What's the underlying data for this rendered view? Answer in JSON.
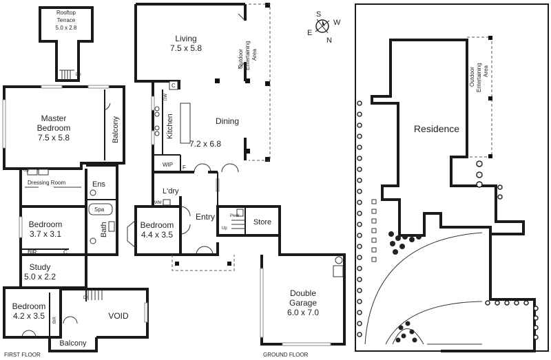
{
  "labels": {
    "rooftop_name": "Rooftop",
    "rooftop_name2": "Terrace",
    "rooftop_dim": "5.0 x 2.8",
    "master_name": "Master",
    "master_name2": "Bedroom",
    "master_dim": "7.5 x 5.8",
    "balcony_upper": "Balcony",
    "dressing_room": "Dressing Room",
    "ens": "Ens",
    "spa": "Spa",
    "bath": "Bath",
    "bedroom_first_name": "Bedroom",
    "bedroom_first_dim": "3.7 x 3.1",
    "bir": "BIR",
    "c": "C",
    "study_name": "Study",
    "study_dim": "5.0 x 2.2",
    "bedroom_lower_name": "Bedroom",
    "bedroom_lower_dim": "4.2 x 3.5",
    "bir_vertical": "BIR",
    "void": "VOID",
    "balcony_lower": "Balcony",
    "dn": "Dn",
    "up": "Up",
    "first_floor": "FIRST FLOOR",
    "living_name": "Living",
    "living_dim": "7.5 x 5.8",
    "outdoor_ent": "Outdoor",
    "outdoor_ent2": "Entertaining",
    "outdoor_ent3": "Area",
    "kitchen": "Kitchen",
    "dining": "Dining",
    "dining_dim": "7.2 x 6.8",
    "dw": "DW",
    "wip": "WIP",
    "f": "F",
    "laundry": "L'dry",
    "wm": "WM",
    "bedroom_ground_name": "Bedroom",
    "bedroom_ground_dim": "4.4 x 3.5",
    "entry": "Entry",
    "pwdr": "Pwdr",
    "store": "Store",
    "garage_name": "Double",
    "garage_name2": "Garage",
    "garage_dim": "6.0 x 7.0",
    "ground_floor": "GROUND FLOOR",
    "residence": "Residence",
    "site_outdoor": "Outdoor",
    "site_outdoor2": "Entertaining",
    "site_outdoor3": "Area",
    "compass_s": "S",
    "compass_w": "W",
    "compass_e": "E",
    "compass_n": "N"
  }
}
